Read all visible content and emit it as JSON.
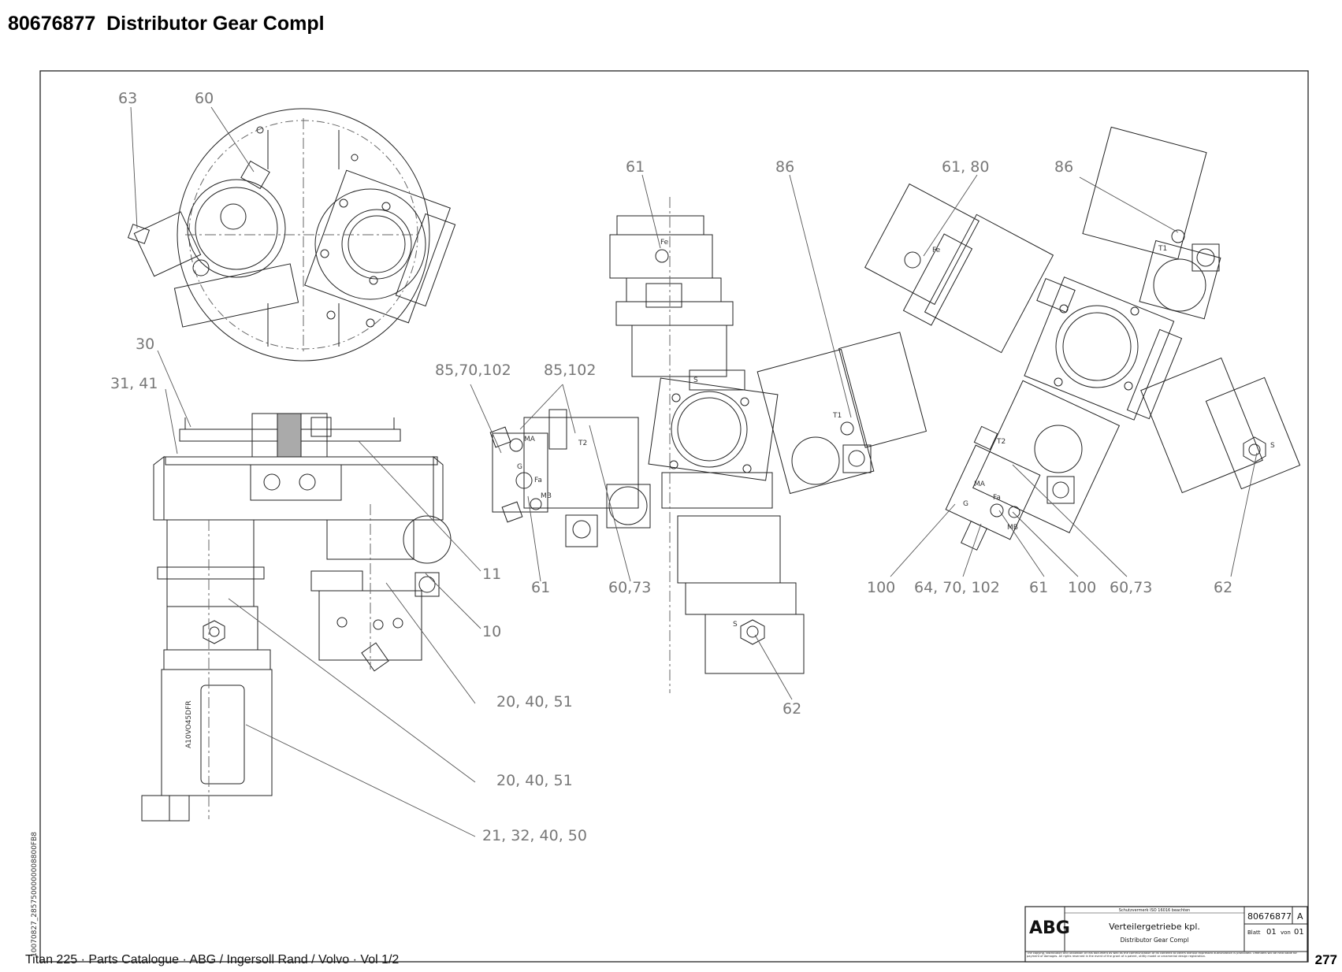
{
  "header": {
    "title": "80676877  Distributor Gear Compl"
  },
  "callouts": {
    "c63": "63",
    "c60": "60",
    "c30": "30",
    "c3141": "31, 41",
    "c61a": "61",
    "c86a": "86",
    "c6180": "61, 80",
    "c86b": "86",
    "c8570102": "85,70,102",
    "c85102": "85,102",
    "c11": "11",
    "c10": "10",
    "c61b": "61",
    "c6073a": "60,73",
    "c100a": "100",
    "c6470102": "64, 70, 102",
    "c61c": "61",
    "c100b": "100",
    "c6073b": "60,73",
    "c62a": "62",
    "c204051a": "20, 40, 51",
    "c62b": "62",
    "c204051b": "20, 40, 51",
    "c21324050": "21, 32, 40, 50"
  },
  "ports": {
    "fe": "Fe",
    "fe2": "Fe",
    "t1": "T1",
    "t1b": "T1",
    "t2": "T2",
    "t2b": "T2",
    "s": "S",
    "s2": "S",
    "s3": "S",
    "ma": "MA",
    "ma2": "MA",
    "g": "G",
    "g2": "G",
    "fa": "Fa",
    "fa2": "Fa",
    "mb": "MB",
    "mb2": "MB",
    "pump": "A10VO45DFR"
  },
  "title_block": {
    "logo": "ABG",
    "note": "Schutzvermerk ISO 16016 beachten",
    "title_de": "Verteilergetriebe kpl.",
    "title_en": "Distributor Gear Compl",
    "number": "80676877",
    "revision": "A",
    "sheet_label": "Blatt",
    "sheet_no": "01",
    "of_label": "von",
    "sheet_total": "01",
    "copyright": "The copying, distribution and utilization of this document as well as the communication of its contents to others without expressed authorization is prohibited. Offenders will be held liable for payment of damages. All rights reserved in the event of the grant of a patent, utility model or ornamental design registration."
  },
  "side_code": "10070827_2857500000008800FB8",
  "footer": {
    "text": "Titan 225  ·  Parts Catalogue  ·  ABG / Ingersoll Rand / Volvo  ·  Vol 1/2",
    "page": "277"
  }
}
